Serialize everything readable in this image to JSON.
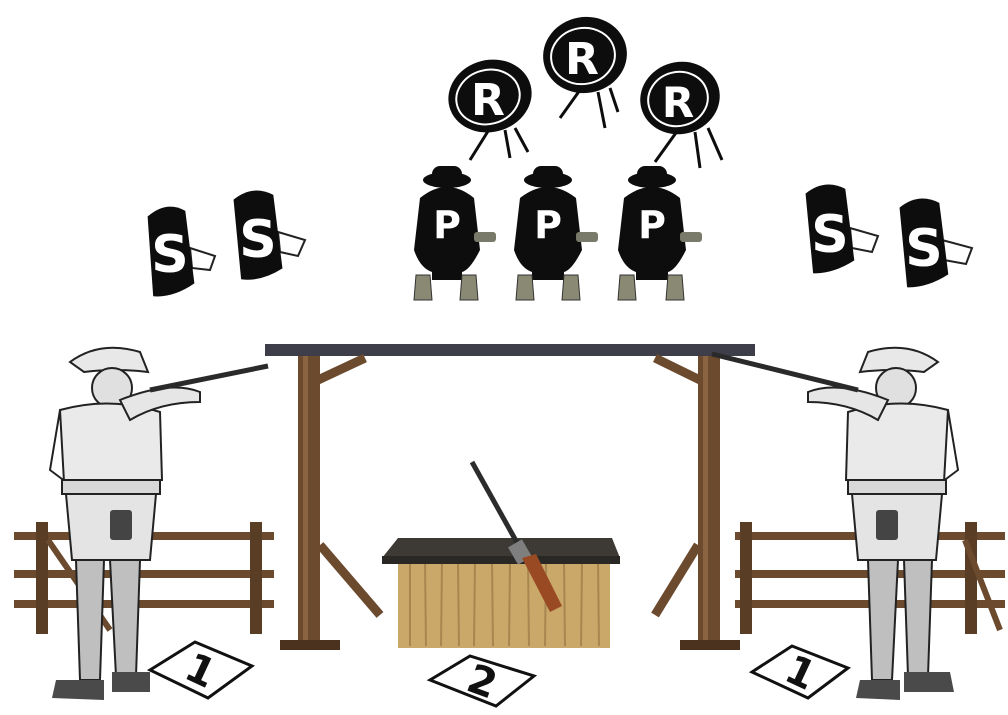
{
  "targets": {
    "rifle_labels": [
      "R",
      "R",
      "R"
    ],
    "pistol_labels": [
      "P",
      "P",
      "P"
    ],
    "shotgun_left_labels": [
      "S",
      "S"
    ],
    "shotgun_right_labels": [
      "S",
      "S"
    ]
  },
  "positions": {
    "left_mark": "1",
    "center_mark": "2",
    "right_mark": "1"
  },
  "colors": {
    "target_black": "#0d0d0d",
    "wood": "#6b4a2e",
    "wood_dark": "#4a321f",
    "straw": "#c9a86a",
    "table_top": "#3d3a36",
    "boots": "#8a8a74"
  }
}
